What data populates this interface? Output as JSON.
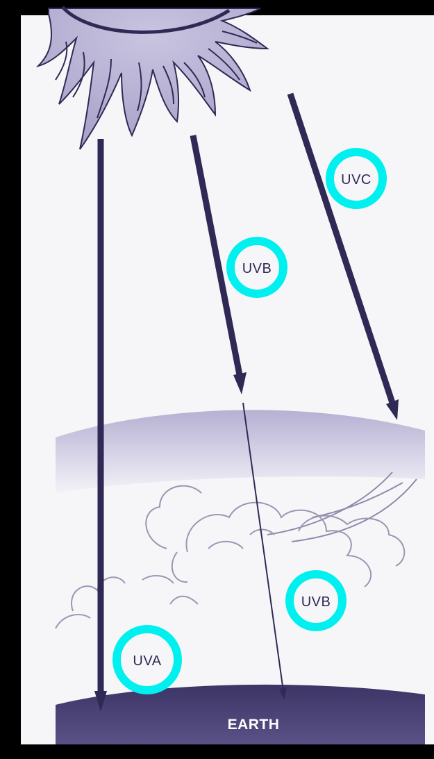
{
  "diagram": {
    "labels": {
      "uvc": "UVC",
      "uvb_upper": "UVB",
      "uvb_lower": "UVB",
      "uva": "UVA",
      "earth": "EARTH"
    },
    "colors": {
      "background": "#000000",
      "panel": "#f6f6f8",
      "sun": "#b9b3d4",
      "sun_outline": "#2e2a55",
      "arrow": "#2e2a55",
      "atmosphere": "#c9c3de",
      "cloud_outline": "#9a96b4",
      "earth": "#4b4276",
      "highlight_ring": "#00f0f0"
    },
    "icons": [
      "sun-icon",
      "cloud-icon",
      "atmosphere-band",
      "earth-band"
    ]
  }
}
